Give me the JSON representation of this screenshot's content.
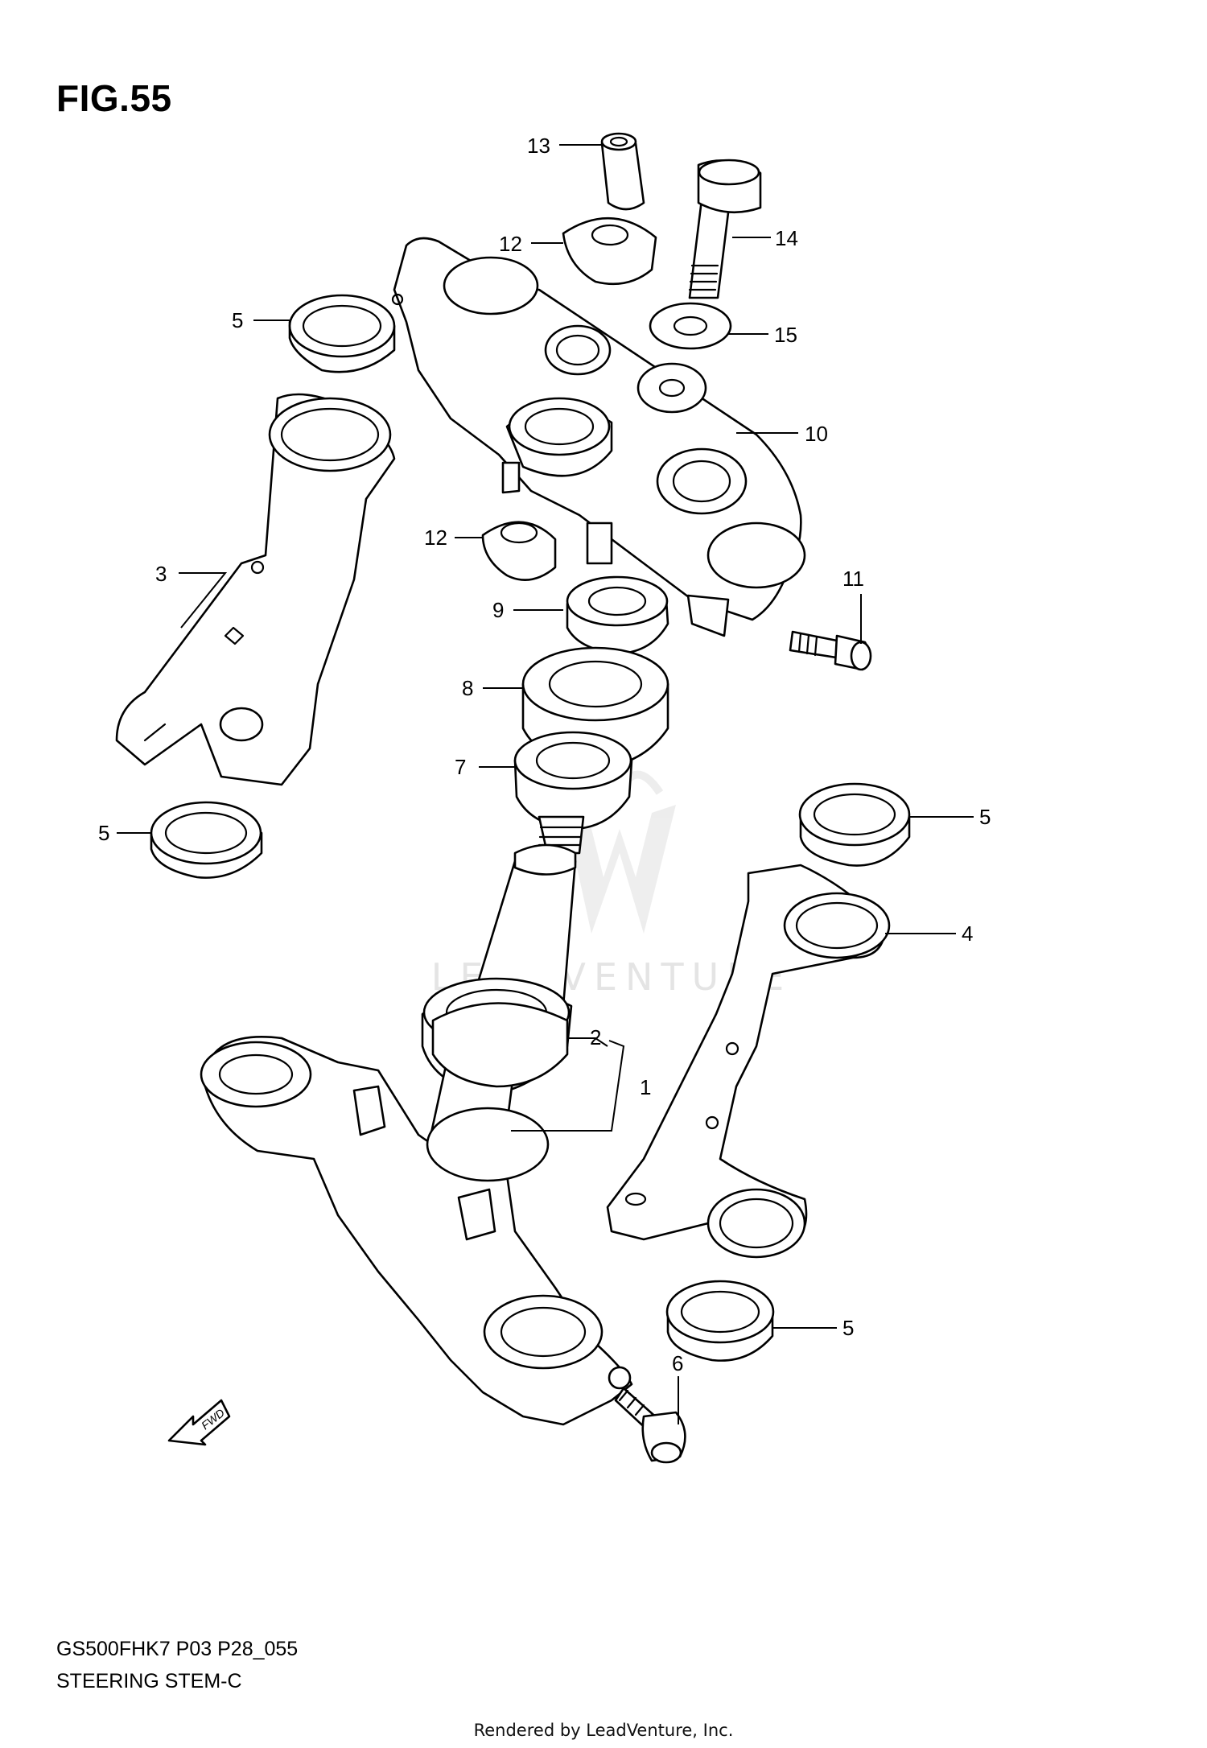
{
  "figure": {
    "title": "FIG.55"
  },
  "model_code": "GS500FHK7 P03 P28_055",
  "diagram_title": "STEERING STEM-C",
  "footer": "Rendered by LeadVenture, Inc.",
  "watermark": "LEADVENTURE",
  "fwd_label": "FWD",
  "callouts": [
    {
      "id": "c13",
      "label": "13"
    },
    {
      "id": "c12a",
      "label": "12"
    },
    {
      "id": "c14",
      "label": "14"
    },
    {
      "id": "c5a",
      "label": "5"
    },
    {
      "id": "c15",
      "label": "15"
    },
    {
      "id": "c10",
      "label": "10"
    },
    {
      "id": "c12b",
      "label": "12"
    },
    {
      "id": "c3",
      "label": "3"
    },
    {
      "id": "c9",
      "label": "9"
    },
    {
      "id": "c11",
      "label": "11"
    },
    {
      "id": "c8",
      "label": "8"
    },
    {
      "id": "c7",
      "label": "7"
    },
    {
      "id": "c5b",
      "label": "5"
    },
    {
      "id": "c5c",
      "label": "5"
    },
    {
      "id": "c4",
      "label": "4"
    },
    {
      "id": "c2",
      "label": "2"
    },
    {
      "id": "c1",
      "label": "1"
    },
    {
      "id": "c5d",
      "label": "5"
    },
    {
      "id": "c6",
      "label": "6"
    }
  ]
}
